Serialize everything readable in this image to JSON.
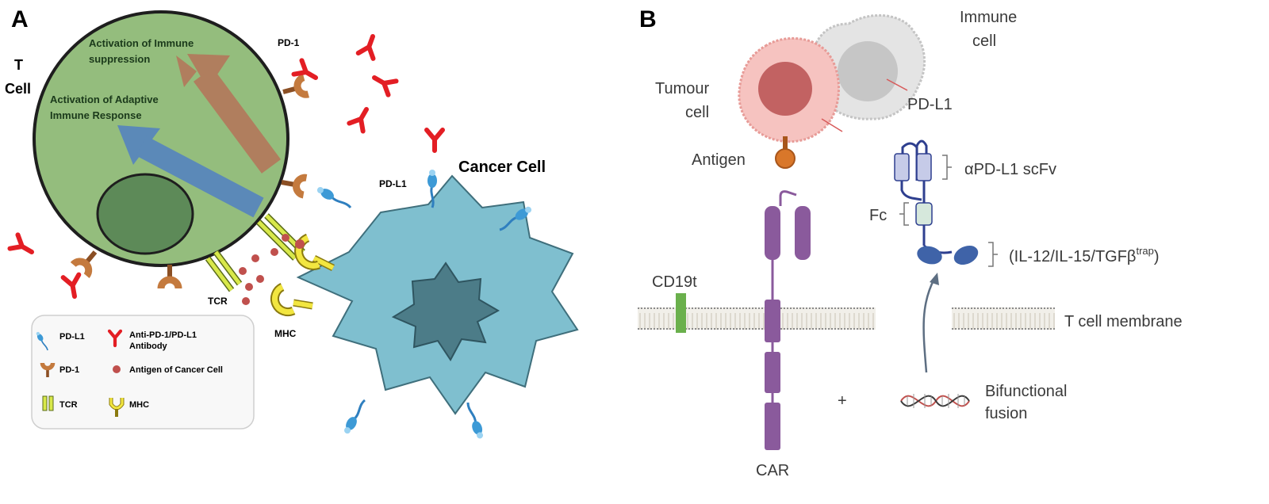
{
  "panel_a": {
    "letter": "A",
    "t_cell_line1": "T",
    "t_cell_line2": "Cell",
    "arrow_suppression_line1": "Activation of Immune",
    "arrow_suppression_line2": "suppression",
    "arrow_adaptive_line1": "Activation of Adaptive",
    "arrow_adaptive_line2": "Immune Response",
    "pd1_label": "PD-1",
    "pdl1_label": "PD-L1",
    "cancer_cell_label": "Cancer Cell",
    "tcr_label": "TCR",
    "mhc_label": "MHC",
    "legend": {
      "pdl1": "PD-L1",
      "antibody_line1": "Anti-PD-1/PD-L1",
      "antibody_line2": "Antibody",
      "pd1": "PD-1",
      "antigen": "Antigen of Cancer Cell",
      "tcr": "TCR",
      "mhc": "MHC"
    },
    "colors": {
      "t_cell": "#94bd7d",
      "nucleus": "#5d8a58",
      "cancer_cell": "#7fbfcf",
      "cancer_nucleus": "#4c7c88",
      "pd1": "#a2622f",
      "pdl1": "#3d9ad6",
      "antibody": "#e31e24",
      "tcr": "#d8e84a",
      "mhc": "#f2e640",
      "antigen": "#c0504d",
      "suppression_arrow": "#b07e5e",
      "adaptive_arrow": "#5b89b8"
    }
  },
  "panel_b": {
    "letter": "B",
    "immune_cell_line1": "Immune",
    "immune_cell_line2": "cell",
    "tumour_cell_line1": "Tumour",
    "tumour_cell_line2": "cell",
    "pdl1_label": "PD-L1",
    "antigen_label": "Antigen",
    "scfv_label": "αPD-L1 scFv",
    "fc_label": "Fc",
    "cytokine_label_main": "(IL-12/IL-15/TGFβ",
    "cytokine_label_sup": "trap",
    "cytokine_label_end": ")",
    "cd19t_label": "CD19t",
    "membrane_label": "T cell membrane",
    "plus_sign": "+",
    "fusion_line1": "Bifunctional",
    "fusion_line2": "fusion",
    "car_label": "CAR",
    "colors": {
      "car": "#8a5a9c",
      "cd19t": "#6ab04c",
      "scfv": "#c6cbe8",
      "fc": "#d6e8dc",
      "cytokine": "#3f63a8",
      "antigen": "#d9772a",
      "tumour": "#f2b8b5",
      "immune": "#d7d7d7"
    }
  }
}
